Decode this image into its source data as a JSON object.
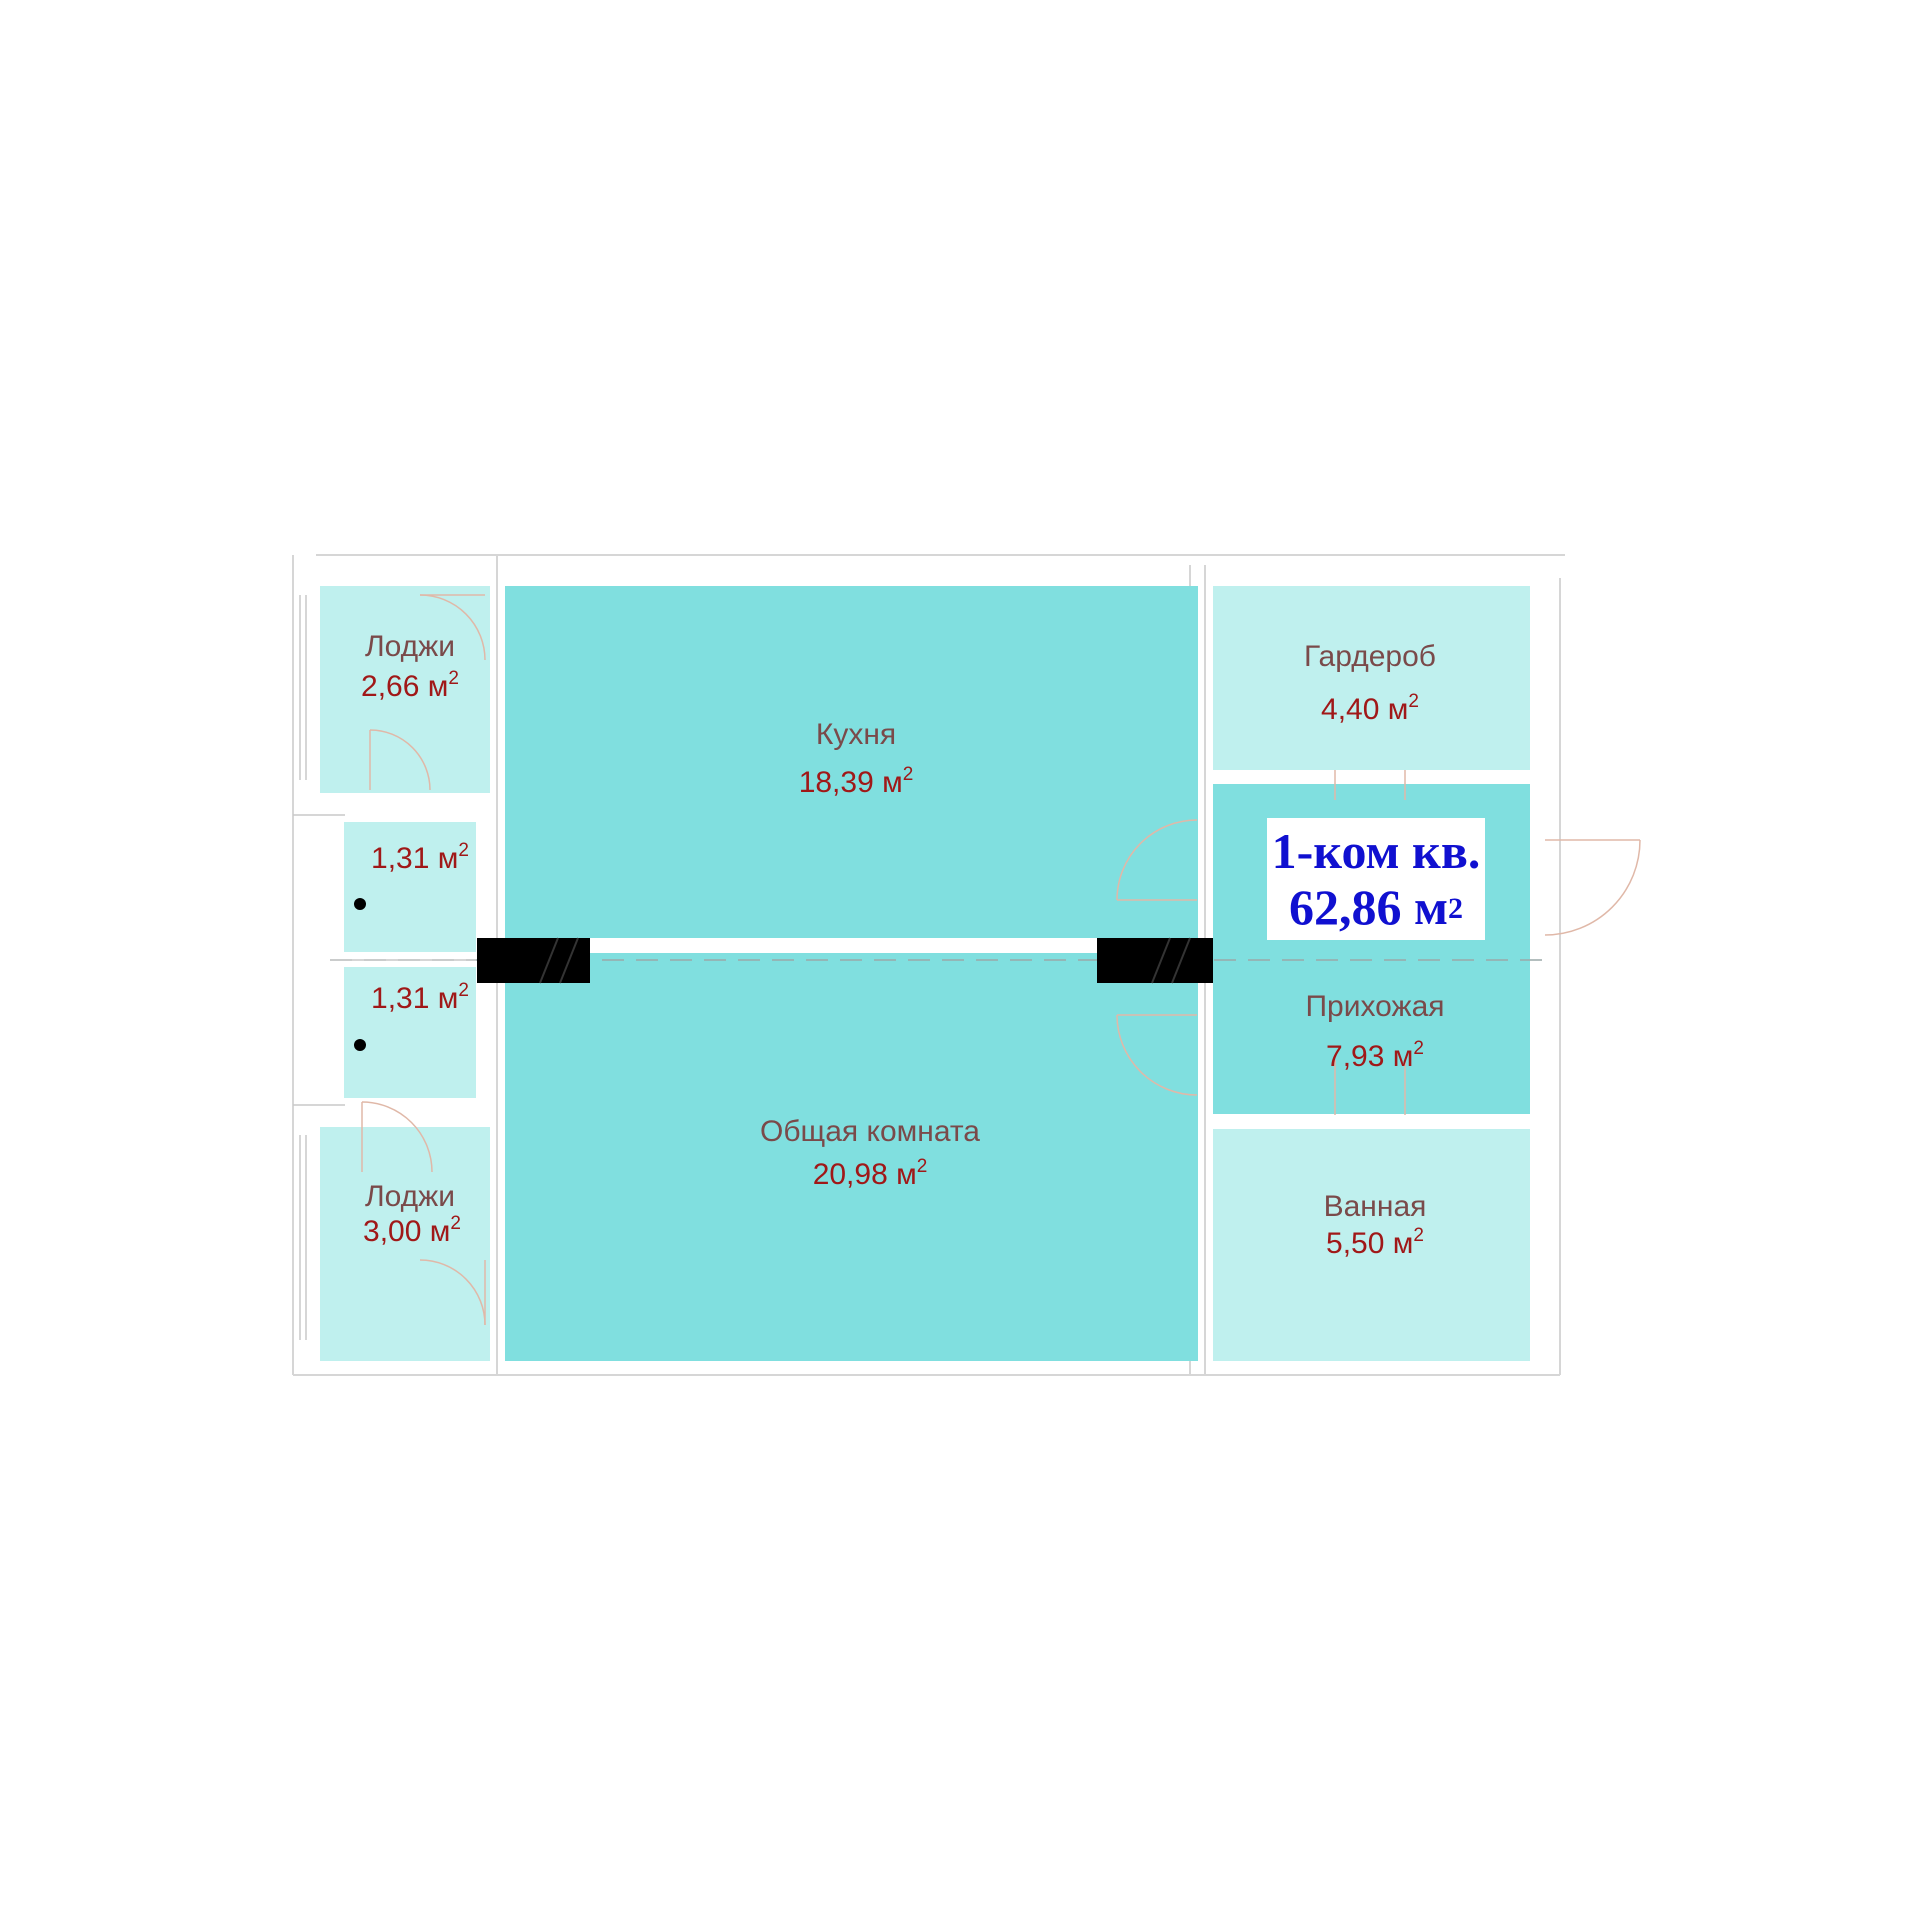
{
  "plan": {
    "title": "1-ком кв.",
    "total_area": "62,86 м",
    "total_area_sup": "2"
  },
  "rooms": {
    "loggia_top": {
      "name": "Лоджи",
      "area": "2,66 м",
      "sup": "2"
    },
    "kitchen": {
      "name": "Кухня",
      "area": "18,39 м",
      "sup": "2"
    },
    "wardrobe": {
      "name": "Гардероб",
      "area": "4,40 м",
      "sup": "2"
    },
    "small_top": {
      "area": "1,31 м",
      "sup": "2"
    },
    "small_bottom": {
      "area": "1,31 м",
      "sup": "2"
    },
    "hallway": {
      "name": "Прихожая",
      "area": "7,93 м",
      "sup": "2"
    },
    "living_room": {
      "name": "Общая комната",
      "area": "20,98 м",
      "sup": "2"
    },
    "loggia_bottom": {
      "name": "Лоджи",
      "area": "3,00 м",
      "sup": "2"
    },
    "bathroom": {
      "name": "Ванная",
      "area": "5,50 м",
      "sup": "2"
    }
  },
  "colors": {
    "main_room": "#80dfdf",
    "light_room": "#bff0ee",
    "wall": "#000000",
    "label_name": "#7a4a4a",
    "label_area": "#a01818",
    "title": "#1010d0"
  }
}
